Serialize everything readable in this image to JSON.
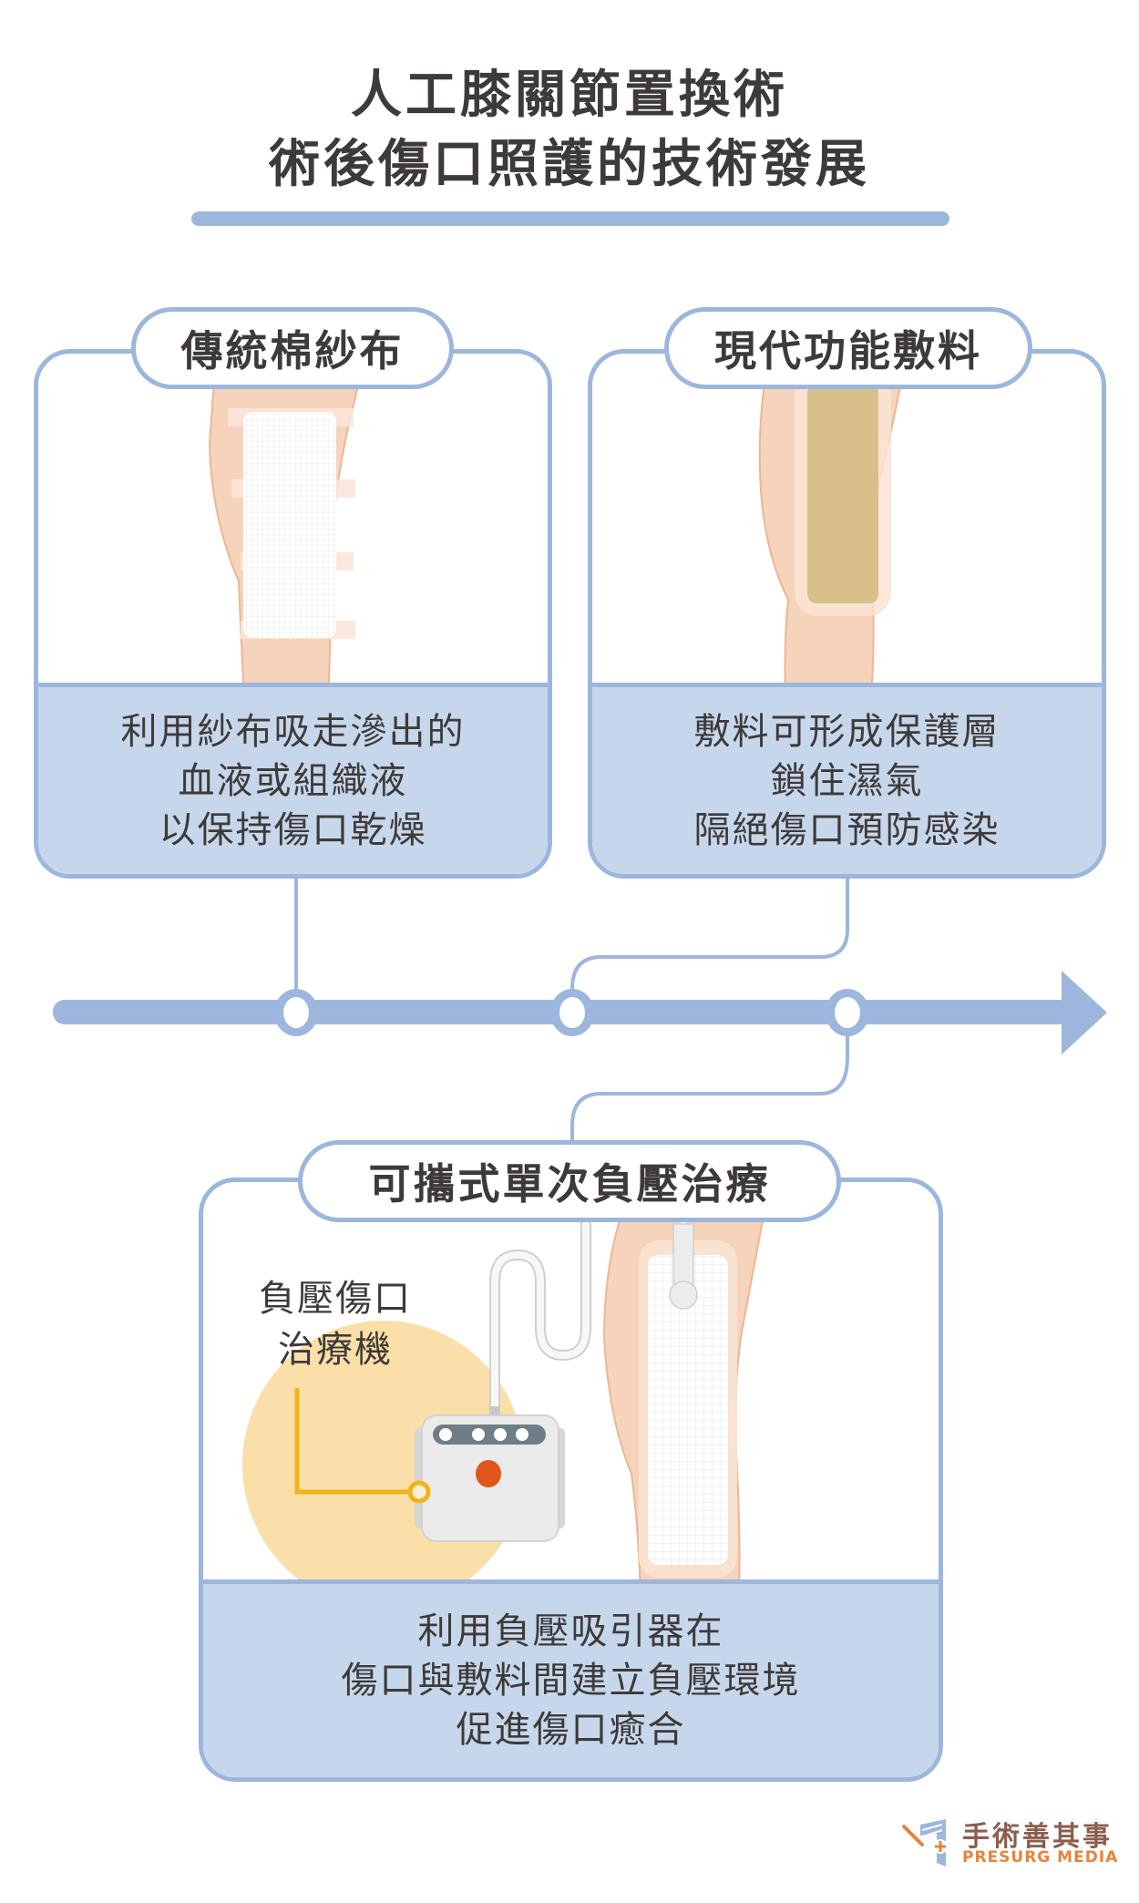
{
  "title": {
    "line1": "人工膝關節置換術",
    "line2": "術後傷口照護的技術發展"
  },
  "colors": {
    "accent": "#9cb6dd",
    "panel": "#c7d7eb",
    "text": "#3e3a39",
    "skin": "#f6d3bb",
    "highlight": "#fbdfa8",
    "pointer": "#f2b31a",
    "device_button": "#e0561a"
  },
  "stages": [
    {
      "name": "傳統棉紗布",
      "description": [
        "利用紗布吸走滲出的",
        "血液或組織液",
        "以保持傷口乾燥"
      ]
    },
    {
      "name": "現代功能敷料",
      "description": [
        "敷料可形成保護層",
        "鎖住濕氣",
        "隔絕傷口預防感染"
      ]
    },
    {
      "name": "可攜式單次負壓治療",
      "description": [
        "利用負壓吸引器在",
        "傷口與敷料間建立負壓環境",
        "促進傷口癒合"
      ],
      "callout": [
        "負壓傷口",
        "治療機"
      ]
    }
  ],
  "timeline": {
    "milestones": 3,
    "direction": "right"
  },
  "logo": {
    "name_zh": "手術善其事",
    "name_en": "PRESURG MEDIA"
  }
}
